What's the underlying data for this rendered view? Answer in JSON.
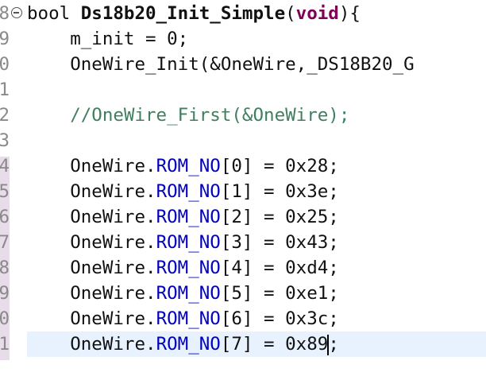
{
  "gutter": {
    "line_numbers": [
      "8",
      "9",
      "0",
      "1",
      "2",
      "3",
      "4",
      "5",
      "6",
      "7",
      "8",
      "9",
      "0",
      "1"
    ]
  },
  "code": {
    "func_decl": {
      "ret_type": "bool",
      "name": "Ds18b20_Init_Simple",
      "open_paren": "(",
      "param_kw": "void",
      "close": "){"
    },
    "m_init_line": "m_init = 0;",
    "onewire_init_line": "OneWire_Init(&OneWire,_DS18B20_G",
    "comment_line": "//OneWire_First(&OneWire);",
    "rom_assignments": [
      {
        "obj": "OneWire.",
        "field": "ROM_NO",
        "rest": "[0] = 0x28;"
      },
      {
        "obj": "OneWire.",
        "field": "ROM_NO",
        "rest": "[1] = 0x3e;"
      },
      {
        "obj": "OneWire.",
        "field": "ROM_NO",
        "rest": "[2] = 0x25;"
      },
      {
        "obj": "OneWire.",
        "field": "ROM_NO",
        "rest": "[3] = 0x43;"
      },
      {
        "obj": "OneWire.",
        "field": "ROM_NO",
        "rest": "[4] = 0xd4;"
      },
      {
        "obj": "OneWire.",
        "field": "ROM_NO",
        "rest": "[5] = 0xe1;"
      },
      {
        "obj": "OneWire.",
        "field": "ROM_NO",
        "rest": "[6] = 0x3c;"
      },
      {
        "obj": "OneWire.",
        "field": "ROM_NO",
        "rest": "[7] = 0x89",
        "after_caret": ";"
      }
    ]
  },
  "colors": {
    "keyword": "#7f0055",
    "field": "#0000c0",
    "comment": "#3f7f5f",
    "current_line": "#e8f2fe",
    "annotation_bar": "#e9dcea"
  },
  "icons": {
    "fold": "collapse-fold-icon"
  }
}
